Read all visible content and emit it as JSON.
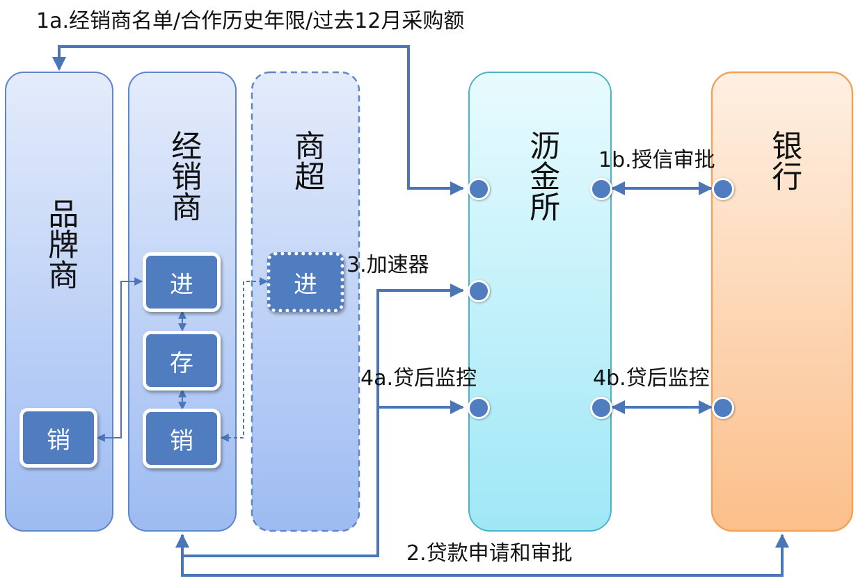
{
  "columns": {
    "brand": "品牌商",
    "dealer": "经销商",
    "retailer": "商超",
    "exchange": "沥金所",
    "bank": "银行"
  },
  "nodes": {
    "brand_sell": "销",
    "dealer_in": "进",
    "dealer_stock": "存",
    "dealer_sell": "销",
    "retailer_in": "进"
  },
  "labels": {
    "step_1a": "1a.经销商名单/合作历史年限/过去12月采购额",
    "step_1b": "1b.授信审批",
    "step_2": "2.贷款申请和审批",
    "step_3": "3.加速器",
    "step_4a": "4a.贷后监控",
    "step_4b": "4b.贷后监控"
  },
  "colors": {
    "arrow": "#4a76b8",
    "node_fill": "#4f7dbf",
    "blue_column_top": "#e4ecfb",
    "blue_column_bottom": "#9dbbf2",
    "exchange_top": "#e8fbfe",
    "exchange_bottom": "#9fe7f6",
    "bank_top": "#fff0e3",
    "bank_bottom": "#fbbf8a",
    "bank_border": "#f0a35e"
  }
}
